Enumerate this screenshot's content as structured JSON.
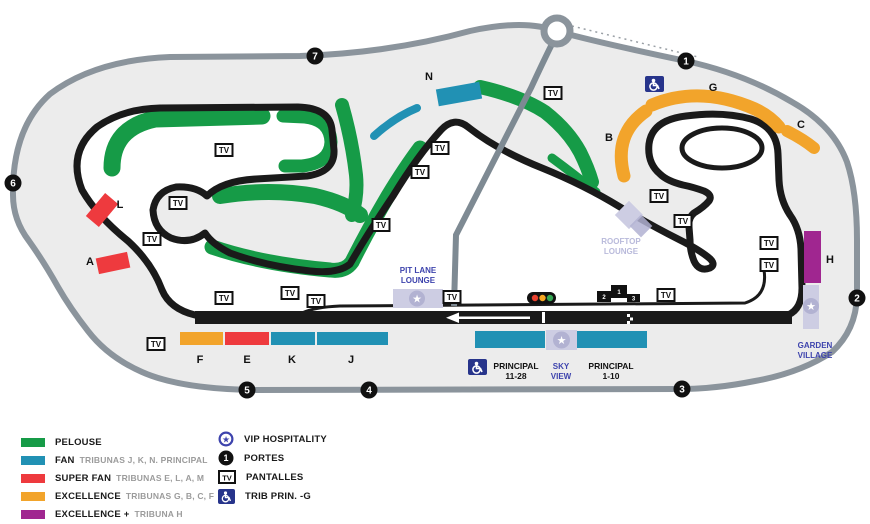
{
  "map": {
    "tv_label": "TV",
    "gates": [
      {
        "number": "1"
      },
      {
        "number": "2"
      },
      {
        "number": "3"
      },
      {
        "number": "4"
      },
      {
        "number": "5"
      },
      {
        "number": "6"
      },
      {
        "number": "7"
      }
    ],
    "tribunes": [
      {
        "label": "N"
      },
      {
        "label": "B"
      },
      {
        "label": "G"
      },
      {
        "label": "C"
      },
      {
        "label": "H"
      },
      {
        "label": "L"
      },
      {
        "label": "A"
      },
      {
        "label": "F"
      },
      {
        "label": "E"
      },
      {
        "label": "K"
      },
      {
        "label": "J"
      }
    ],
    "venues": {
      "pit_lane_lounge": {
        "lines": [
          "PIT LANE",
          "LOUNGE"
        ]
      },
      "rooftop_lounge": {
        "lines": [
          "ROOFTOP",
          "LOUNGE"
        ]
      },
      "sky_view": {
        "lines": [
          "SKY",
          "VIEW"
        ]
      },
      "garden_village": {
        "lines": [
          "GARDEN",
          "VILLAGE"
        ]
      },
      "principal_left": {
        "lines": [
          "PRINCIPAL",
          "11-28"
        ]
      },
      "principal_right": {
        "lines": [
          "PRINCIPAL",
          "1-10"
        ]
      }
    },
    "podium": {
      "first": "1",
      "second": "2",
      "third": "3"
    },
    "star_glyph": "★"
  },
  "legend": {
    "categories": [
      {
        "name": "PELOUSE",
        "detail": "",
        "color": "#169B47"
      },
      {
        "name": "FAN",
        "detail": "TRIBUNAS J, K, N. PRINCIPAL",
        "color": "#2191B4"
      },
      {
        "name": "SUPER FAN",
        "detail": "TRIBUNAS E, L, A, M",
        "color": "#EE3A3E"
      },
      {
        "name": "EXCELLENCE",
        "detail": "TRIBUNAS G, B, C, F",
        "color": "#F2A42B"
      },
      {
        "name": "EXCELLENCE +",
        "detail": "TRIBUNA H",
        "color": "#A02690"
      }
    ],
    "symbols": [
      {
        "icon": "vip-star",
        "label": "VIP HOSPITALITY"
      },
      {
        "icon": "gate",
        "label": "PORTES",
        "badge": "1"
      },
      {
        "icon": "tv",
        "label": "PANTALLES",
        "badge": "TV"
      },
      {
        "icon": "wheelchair",
        "label": "TRIB PRIN. -G"
      }
    ]
  },
  "colors": {
    "pelouse": "#169B47",
    "fan": "#2191B4",
    "superfan": "#EE3A3E",
    "excellence": "#F2A42B",
    "excellence_plus": "#A02690",
    "lavender": "#CDCDE3",
    "lavender_dark": "#B2B2D2",
    "indigo": "#3D43AD",
    "rooftop_text": "#B9BADB",
    "navy": "#27348B",
    "track": "#1A1A1A",
    "perimeter": "#8B949C",
    "road": "#7E8A93",
    "map_bg": "#ECECEC"
  }
}
